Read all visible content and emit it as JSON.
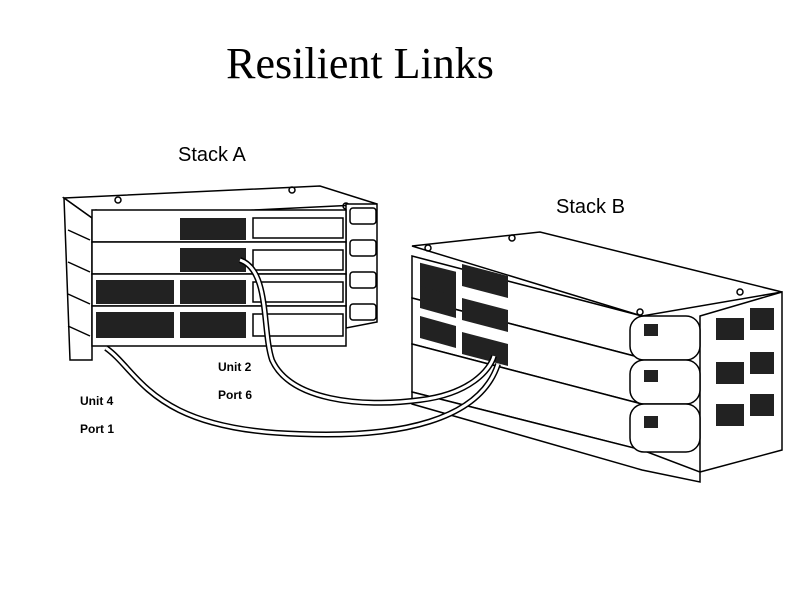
{
  "title": "Resilient Links",
  "stacks": {
    "a": {
      "label": "Stack A"
    },
    "b": {
      "label": "Stack B"
    }
  },
  "ports": {
    "unit2": {
      "line1": "Unit 2",
      "line2": "Port 6"
    },
    "unit4": {
      "line1": "Unit 4",
      "line2": "Port 1"
    }
  }
}
